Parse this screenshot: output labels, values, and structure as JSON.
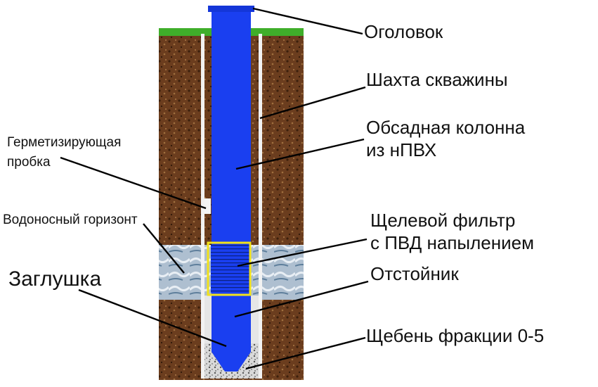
{
  "diagram": {
    "labels": {
      "head": "Оголовок",
      "shaft": "Шахта скважины",
      "casing_line1": "Обсадная колонна",
      "casing_line2": "из нПВХ",
      "seal_line1": "Герметизирующая",
      "seal_line2": "пробка",
      "aquifer": "Водоносный горизонт",
      "filter_line1": "Щелевой фильтр",
      "filter_line2": "с ПВД напылением",
      "sump": "Отстойник",
      "plug": "Заглушка",
      "gravel": "Щебень фракции 0-5"
    },
    "colors": {
      "casing": "#1a3ff0",
      "soil": "#6b3d1e",
      "grass": "#3fae2a",
      "aquifer": "#9fb7cc",
      "filter_frame": "#f2e21a",
      "gravel": "#cfcfcf"
    }
  }
}
